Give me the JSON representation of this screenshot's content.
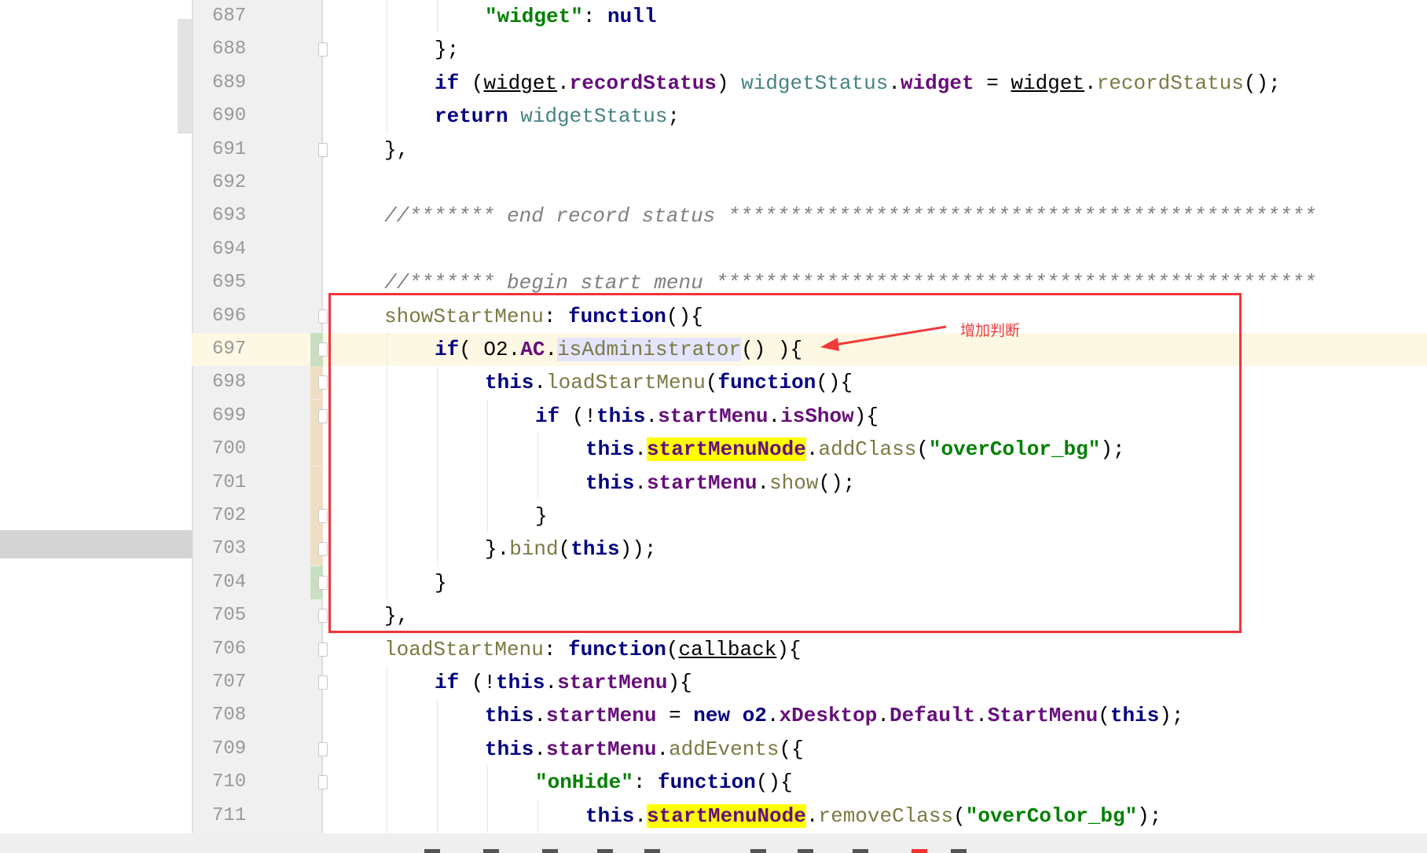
{
  "editor": {
    "current_line": 697,
    "annotation": {
      "text": "增加判断",
      "color": "#f03a3a"
    },
    "lines": [
      {
        "n": "687",
        "indent": 2,
        "fold": false,
        "tokens": [
          [
            "s",
            "\"widget\""
          ],
          [
            "p",
            ": "
          ],
          [
            "k",
            "null"
          ]
        ]
      },
      {
        "n": "688",
        "indent": 1,
        "fold": true,
        "tokens": [
          [
            "p",
            "};"
          ]
        ]
      },
      {
        "n": "689",
        "indent": 1,
        "fold": false,
        "tokens": [
          [
            "k",
            "if"
          ],
          [
            "p",
            " ("
          ],
          [
            "u",
            "widget"
          ],
          [
            "p",
            "."
          ],
          [
            "f",
            "recordStatus"
          ],
          [
            "p",
            ") "
          ],
          [
            "v",
            "widgetStatus"
          ],
          [
            "p",
            "."
          ],
          [
            "f",
            "widget"
          ],
          [
            "p",
            " = "
          ],
          [
            "u",
            "widget"
          ],
          [
            "p",
            "."
          ],
          [
            "m",
            "recordStatus"
          ],
          [
            "p",
            "();"
          ]
        ]
      },
      {
        "n": "690",
        "indent": 1,
        "fold": false,
        "tokens": [
          [
            "k",
            "return"
          ],
          [
            "p",
            " "
          ],
          [
            "v",
            "widgetStatus"
          ],
          [
            "p",
            ";"
          ]
        ]
      },
      {
        "n": "691",
        "indent": 0,
        "fold": true,
        "tokens": [
          [
            "p",
            "},"
          ]
        ]
      },
      {
        "n": "692",
        "indent": 0,
        "fold": false,
        "tokens": []
      },
      {
        "n": "693",
        "indent": 0,
        "fold": false,
        "tokens": [
          [
            "c",
            "//******* end record status ************************************************"
          ]
        ]
      },
      {
        "n": "694",
        "indent": 0,
        "fold": false,
        "tokens": []
      },
      {
        "n": "695",
        "indent": 0,
        "fold": false,
        "tokens": [
          [
            "c",
            "//******* begin start menu *************************************************"
          ]
        ]
      },
      {
        "n": "696",
        "indent": 0,
        "fold": true,
        "tokens": [
          [
            "m",
            "showStartMenu"
          ],
          [
            "p",
            ": "
          ],
          [
            "k",
            "function"
          ],
          [
            "p",
            "(){"
          ]
        ]
      },
      {
        "n": "697",
        "indent": 1,
        "fold": true,
        "change": "added",
        "tokens": [
          [
            "k",
            "if"
          ],
          [
            "p",
            "( O2."
          ],
          [
            "f",
            "AC"
          ],
          [
            "p",
            "."
          ],
          [
            "ha",
            "isAdministrator"
          ],
          [
            "p",
            "() ){"
          ]
        ]
      },
      {
        "n": "698",
        "indent": 2,
        "fold": true,
        "change": "modified",
        "tokens": [
          [
            "k",
            "this"
          ],
          [
            "p",
            "."
          ],
          [
            "m",
            "loadStartMenu"
          ],
          [
            "p",
            "("
          ],
          [
            "k",
            "function"
          ],
          [
            "p",
            "(){"
          ]
        ]
      },
      {
        "n": "699",
        "indent": 3,
        "fold": true,
        "change": "modified",
        "tokens": [
          [
            "k",
            "if"
          ],
          [
            "p",
            " (!"
          ],
          [
            "k",
            "this"
          ],
          [
            "p",
            "."
          ],
          [
            "f",
            "startMenu"
          ],
          [
            "p",
            "."
          ],
          [
            "f",
            "isShow"
          ],
          [
            "p",
            "){"
          ]
        ]
      },
      {
        "n": "700",
        "indent": 4,
        "fold": false,
        "change": "modified",
        "tokens": [
          [
            "k",
            "this"
          ],
          [
            "p",
            "."
          ],
          [
            "h",
            "startMenuNode"
          ],
          [
            "p",
            "."
          ],
          [
            "m",
            "addClass"
          ],
          [
            "p",
            "("
          ],
          [
            "s",
            "\"overColor_bg\""
          ],
          [
            "p",
            ");"
          ]
        ]
      },
      {
        "n": "701",
        "indent": 4,
        "fold": false,
        "change": "modified",
        "tokens": [
          [
            "k",
            "this"
          ],
          [
            "p",
            "."
          ],
          [
            "f",
            "startMenu"
          ],
          [
            "p",
            "."
          ],
          [
            "m",
            "show"
          ],
          [
            "p",
            "();"
          ]
        ]
      },
      {
        "n": "702",
        "indent": 3,
        "fold": true,
        "change": "modified",
        "tokens": [
          [
            "p",
            "}"
          ]
        ]
      },
      {
        "n": "703",
        "indent": 2,
        "fold": true,
        "change": "modified",
        "tokens": [
          [
            "p",
            "}."
          ],
          [
            "m",
            "bind"
          ],
          [
            "p",
            "("
          ],
          [
            "k",
            "this"
          ],
          [
            "p",
            "));"
          ]
        ]
      },
      {
        "n": "704",
        "indent": 1,
        "fold": true,
        "change": "added",
        "tokens": [
          [
            "p",
            "}"
          ]
        ]
      },
      {
        "n": "705",
        "indent": 0,
        "fold": true,
        "tokens": [
          [
            "p",
            "},"
          ]
        ]
      },
      {
        "n": "706",
        "indent": 0,
        "fold": true,
        "tokens": [
          [
            "m",
            "loadStartMenu"
          ],
          [
            "p",
            ": "
          ],
          [
            "k",
            "function"
          ],
          [
            "p",
            "("
          ],
          [
            "u",
            "callback"
          ],
          [
            "p",
            "){"
          ]
        ]
      },
      {
        "n": "707",
        "indent": 1,
        "fold": true,
        "tokens": [
          [
            "k",
            "if"
          ],
          [
            "p",
            " (!"
          ],
          [
            "k",
            "this"
          ],
          [
            "p",
            "."
          ],
          [
            "f",
            "startMenu"
          ],
          [
            "p",
            "){"
          ]
        ]
      },
      {
        "n": "708",
        "indent": 2,
        "fold": false,
        "tokens": [
          [
            "k",
            "this"
          ],
          [
            "p",
            "."
          ],
          [
            "f",
            "startMenu"
          ],
          [
            "p",
            " = "
          ],
          [
            "k",
            "new"
          ],
          [
            "p",
            " "
          ],
          [
            "k",
            "o2"
          ],
          [
            "p",
            "."
          ],
          [
            "f",
            "xDesktop"
          ],
          [
            "p",
            "."
          ],
          [
            "f",
            "Default"
          ],
          [
            "p",
            "."
          ],
          [
            "f",
            "StartMenu"
          ],
          [
            "p",
            "("
          ],
          [
            "k",
            "this"
          ],
          [
            "p",
            ");"
          ]
        ]
      },
      {
        "n": "709",
        "indent": 2,
        "fold": true,
        "tokens": [
          [
            "k",
            "this"
          ],
          [
            "p",
            "."
          ],
          [
            "f",
            "startMenu"
          ],
          [
            "p",
            "."
          ],
          [
            "m",
            "addEvents"
          ],
          [
            "p",
            "({"
          ]
        ]
      },
      {
        "n": "710",
        "indent": 3,
        "fold": true,
        "tokens": [
          [
            "s",
            "\"onHide\""
          ],
          [
            "p",
            ": "
          ],
          [
            "k",
            "function"
          ],
          [
            "p",
            "(){"
          ]
        ]
      },
      {
        "n": "711",
        "indent": 4,
        "fold": false,
        "tokens": [
          [
            "k",
            "this"
          ],
          [
            "p",
            "."
          ],
          [
            "h",
            "startMenuNode"
          ],
          [
            "p",
            "."
          ],
          [
            "m",
            "removeClass"
          ],
          [
            "p",
            "("
          ],
          [
            "s",
            "\"overColor_bg\""
          ],
          [
            "p",
            ");"
          ]
        ]
      }
    ]
  },
  "colors": {
    "added": "#c9dfc2",
    "modified": "#eedfc4",
    "highlight_box": "#f0333b"
  }
}
